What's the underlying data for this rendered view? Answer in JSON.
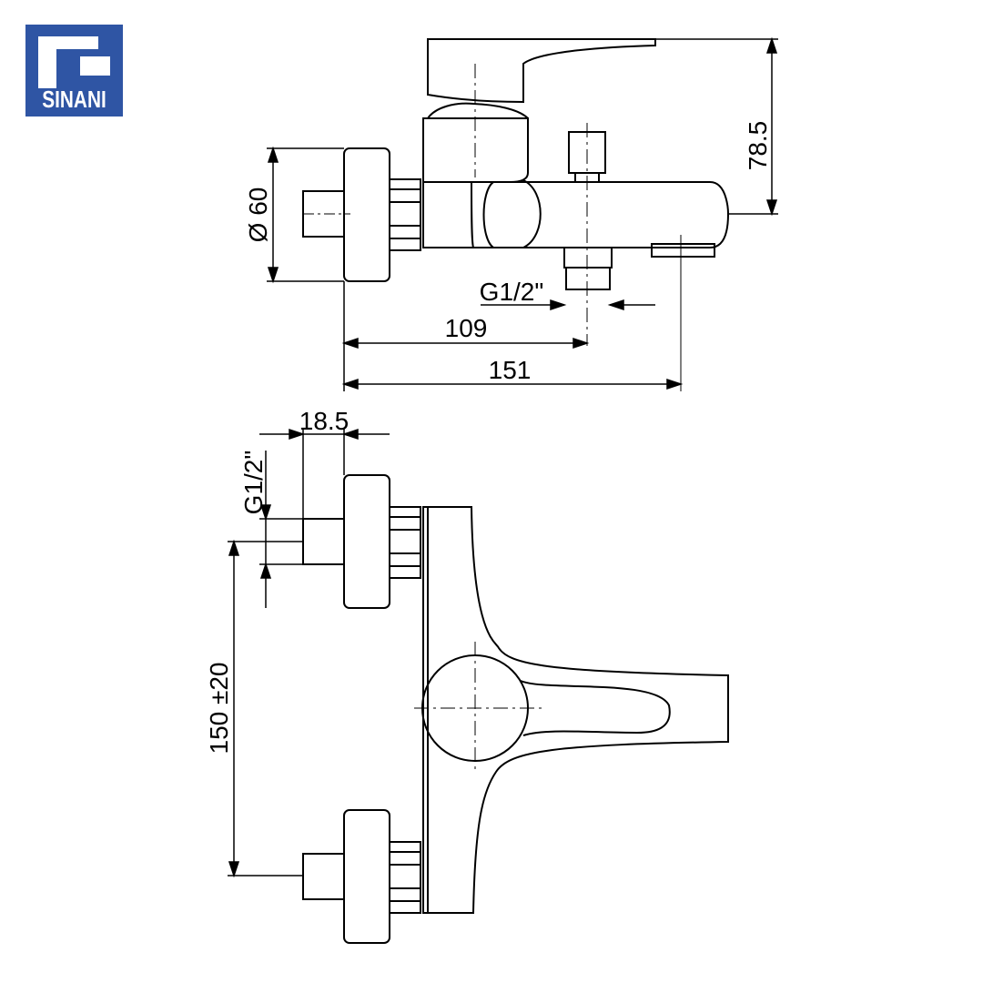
{
  "brand": {
    "name": "SINANI",
    "color": "#2f55a4"
  },
  "dimensions": {
    "height_top": "78.5",
    "diameter": "Ø 60",
    "thread_spout": "G1/2\"",
    "length_outlet": "109",
    "length_total": "151",
    "offset": "18.5",
    "thread_inlet": "G1/2\"",
    "inlet_spacing": "150 ±20"
  }
}
